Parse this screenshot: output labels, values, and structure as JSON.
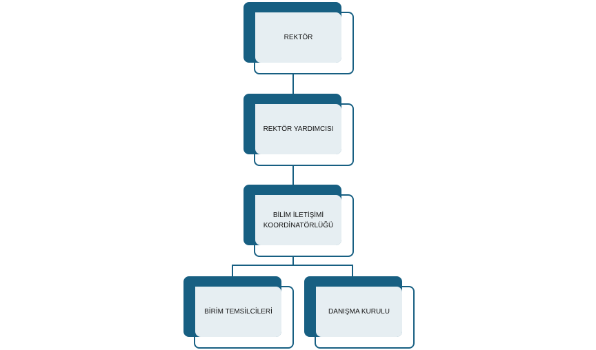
{
  "nodes": [
    {
      "label": "REKTÖR"
    },
    {
      "label": "REKTÖR YARDIMCISI"
    },
    {
      "label_line1": "BİLİM İLETİŞİMİ",
      "label_line2": "KOORDİNATÖRLÜĞÜ"
    },
    {
      "label": "BİRİM TEMSİLCİLERİ"
    },
    {
      "label": "DANIŞMA KURULU"
    }
  ],
  "colors": {
    "primary": "#175f82",
    "fill": "#e6eef2"
  }
}
